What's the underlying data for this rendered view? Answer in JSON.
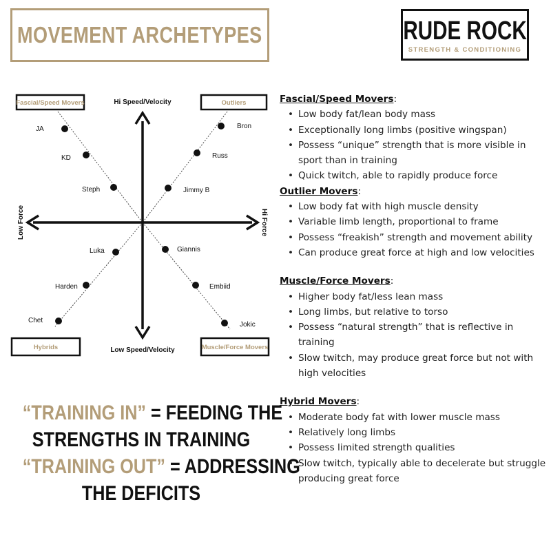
{
  "header": {
    "title": "MOVEMENT ARCHETYPES",
    "logo_main": "RUDE ROCK",
    "logo_sub": "STRENGTH & CONDITIONING"
  },
  "diagram": {
    "axis_top": "Hi Speed/Velocity",
    "axis_bottom": "Low Speed/Velocity",
    "axis_left": "Low Force",
    "axis_right": "Hi Force",
    "quadrant_top_left": "Fascial/Speed Movers",
    "quadrant_top_right": "Outliers",
    "quadrant_bottom_left": "Hybrids",
    "quadrant_bottom_right": "Muscle/Force Movers",
    "players": {
      "ja": "JA",
      "kd": "KD",
      "steph": "Steph",
      "bron": "Bron",
      "russ": "Russ",
      "jimmy_b": "Jimmy B",
      "luka": "Luka",
      "harden": "Harden",
      "chet": "Chet",
      "giannis": "Giannis",
      "embiid": "Embiid",
      "jokic": "Jokic"
    }
  },
  "slogan": {
    "line1_gold": "“TRAINING IN”",
    "line1_dark": " = FEEDING THE",
    "line2": "STRENGTHS IN TRAINING",
    "line3_gold": "“TRAINING OUT”",
    "line3_dark": " = ADDRESSING",
    "line4": "THE DEFICITS"
  },
  "sections": [
    {
      "title": "Fascial/Speed Movers",
      "bullets": [
        "Low body fat/lean body mass",
        "Exceptionally long limbs (positive wingspan)",
        "Possess “unique” strength that is more visible in sport than in training",
        "Quick twitch, able to rapidly produce force"
      ]
    },
    {
      "title": "Outlier Movers",
      "bullets": [
        "Low body fat with high muscle density",
        "Variable limb length, proportional to frame",
        "Possess “freakish” strength and movement ability",
        "Can produce great force at high and low velocities"
      ]
    },
    {
      "title": "Muscle/Force Movers",
      "bullets": [
        "Higher body fat/less lean mass",
        "Long limbs, but relative to torso",
        "Possess “natural strength” that is reflective in training",
        "Slow twitch, may produce great force but not with high velocities"
      ]
    },
    {
      "title": "Hybrid Movers",
      "bullets": [
        "Moderate body fat with lower muscle mass",
        "Relatively long limbs",
        "Possess limited strength qualities",
        "Slow twitch, typically able to decelerate but struggle producing great force"
      ]
    }
  ]
}
